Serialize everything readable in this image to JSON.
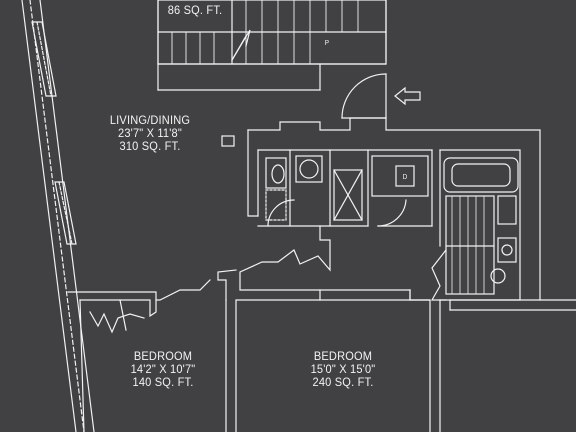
{
  "plan": {
    "top_area": {
      "sqft": "86 SQ. FT."
    },
    "living_dining": {
      "name": "LIVING/DINING",
      "dims": "23'7\" X 11'8\"",
      "sqft": "310 SQ. FT."
    },
    "bedroom_left": {
      "name": "BEDROOM",
      "dims": "14'2\" X 10'7\"",
      "sqft": "140 SQ. FT."
    },
    "bedroom_right": {
      "name": "BEDROOM",
      "dims": "15'0\" X 15'0\"",
      "sqft": "240 SQ. FT."
    },
    "fixture_letters": {
      "p": "P",
      "d": "D"
    },
    "colors": {
      "background": "#414143",
      "lines": "#f2f2f2"
    },
    "icons": [
      "entry-arrow-icon"
    ]
  }
}
